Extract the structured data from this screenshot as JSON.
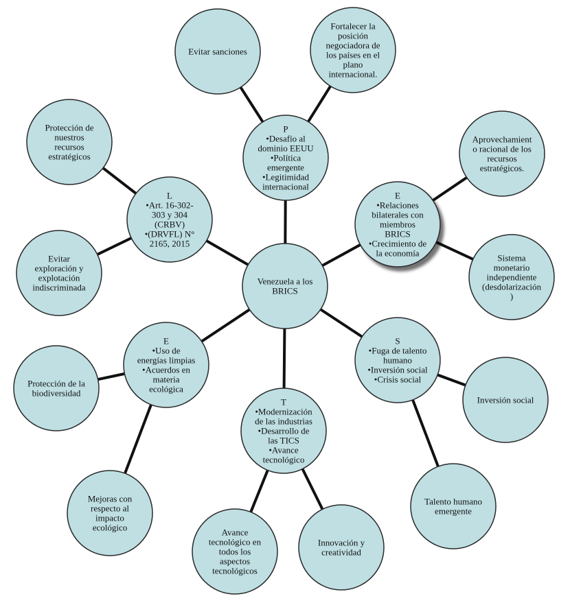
{
  "colors": {
    "node_fill": "#bfdfe3",
    "node_stroke": "#2a2a2a",
    "edge": "#111111"
  },
  "center": {
    "lines": [
      "Venezuela a los",
      "BRICS"
    ]
  },
  "nodes": {
    "political": {
      "lines": [
        "P",
        "•Desafío al",
        "dominio EEUU",
        "•Política",
        "emergente",
        "•Legitimidad",
        "internacional"
      ]
    },
    "political_a": {
      "lines": [
        "Evitar sanciones"
      ]
    },
    "political_b": {
      "lines": [
        "Fortalecer la",
        "posición",
        "negociadora de",
        "los países en el",
        "plano",
        "internacional."
      ]
    },
    "economic": {
      "lines": [
        "E",
        "•Relaciones",
        "bilaterales con",
        "miembros",
        "BRICS",
        "•Crecimiento de",
        "la economía"
      ]
    },
    "economic_a": {
      "lines": [
        "Aprovechamient",
        "o racional de los",
        "recursos",
        "estratégicos."
      ]
    },
    "economic_b": {
      "lines": [
        "Sistema",
        "monetario",
        "independiente",
        "(desdolarización",
        ")"
      ]
    },
    "social": {
      "lines": [
        "S",
        "•Fuga de talento",
        "humano",
        "•Inversión social",
        "•Crisis social"
      ]
    },
    "social_a": {
      "lines": [
        "Inversión social"
      ]
    },
    "social_b": {
      "lines": [
        "Talento humano",
        "emergente"
      ]
    },
    "technological": {
      "lines": [
        "T",
        "•Modernización",
        "de las industrias",
        "•Desarrollo de",
        "las TICS",
        "•Avance",
        "tecnológico"
      ]
    },
    "technological_a": {
      "lines": [
        "Avance",
        "tecnológico en",
        "todos los",
        "aspectos",
        "tecnológicos"
      ]
    },
    "technological_b": {
      "lines": [
        "Innovación y",
        "creatividad"
      ]
    },
    "ecological": {
      "lines": [
        "E",
        "•Uso de",
        "energías limpias",
        "•Acuerdos en",
        "materia",
        "ecológica"
      ]
    },
    "ecological_a": {
      "lines": [
        "Protección de la",
        "biodiversidad"
      ]
    },
    "ecological_b": {
      "lines": [
        "Mejoras con",
        "respecto al",
        "impacto",
        "ecológico"
      ]
    },
    "legal": {
      "lines": [
        "L",
        "•Art. 16-302-",
        "303 y 304",
        "(CRBV)",
        "•(DRVFL) N°",
        "2165, 2015"
      ]
    },
    "legal_a": {
      "lines": [
        "Protección de",
        "nuestros",
        "recursos",
        "estratégicos"
      ]
    },
    "legal_b": {
      "lines": [
        "Evitar",
        "exploración y",
        "explotación",
        "indiscriminada"
      ]
    }
  }
}
